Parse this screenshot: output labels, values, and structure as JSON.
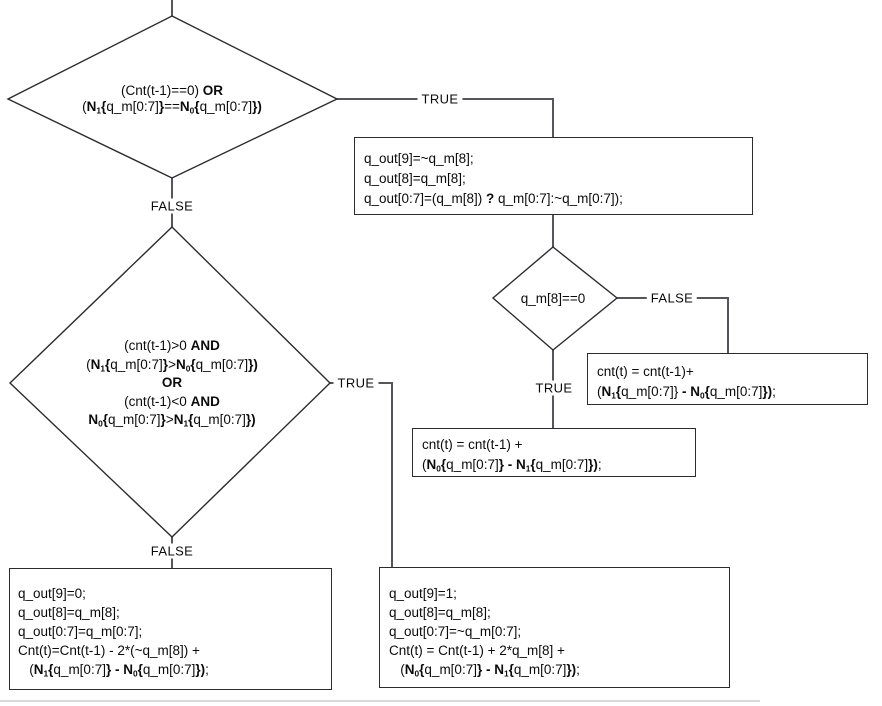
{
  "colors": {
    "background": "#ffffff",
    "connector": "#55555b",
    "shape_border": "#2c2c30",
    "text": "#0b0b0c",
    "faint_rule": "#d9d9de"
  },
  "diamonds": {
    "d1": {
      "name": "decision: count zero or balanced",
      "lines": [
        "(Cnt(t-1)==0) <b>OR</b>",
        "(<b>N<sub>1</sub>{</b>q_m[0:7]<b>}</b>==<b>N<sub>0</sub>{</b>q_m[0:7]<b>})</b>"
      ]
    },
    "d2": {
      "name": "decision: q_m[8] equals zero",
      "lines": [
        "q_m[8]==0"
      ]
    },
    "d3": {
      "name": "decision: disparity direction",
      "lines": [
        "(cnt(t-1)&gt;0 <b>AND</b>",
        "(<b>N<sub>1</sub>{</b>q_m[0:7]<b>}</b>&gt;<b>N<sub>0</sub>{</b>q_m[0:7]<b>})</b>",
        "<b>OR</b>",
        "(cnt(t-1)&lt;0 <b>AND</b>",
        "<b>N<sub>0</sub>{</b>q_m[0:7]<b>}</b>&gt;<b>N<sub>1</sub>{</b>q_m[0:7]<b>})</b>"
      ]
    }
  },
  "boxes": {
    "b1": {
      "name": "process: output when balanced",
      "lines": [
        "q_out[9]=~q_m[8];",
        "q_out[8]=q_m[8];",
        "q_out[0:7]=(q_m[8]) <b>?</b> q_m[0:7]:~q_m[0:7]);"
      ]
    },
    "b2": {
      "name": "process: count update false branch",
      "lines": [
        "cnt(t) = cnt(t-1)+",
        "(<b>N<sub>1</sub>{</b>q_m[0:7]} <b>- N<sub>0</sub>{</b>q_m[0:7]<b>})</b>;"
      ]
    },
    "b3": {
      "name": "process: count update true branch",
      "lines": [
        "cnt(t) = cnt(t-1) +",
        "(<b>N<sub>0</sub>{</b>q_m[0:7]<b>} - N<sub>1</sub>{</b>q_m[0:7]<b>})</b>;"
      ]
    },
    "b4": {
      "name": "process: output not inverted",
      "lines": [
        "q_out[9]=0;",
        "q_out[8]=q_m[8];",
        "q_out[0:7]=q_m[0:7];",
        "Cnt(t)=Cnt(t-1) - 2*(~q_m[8]) +",
        "   (<b>N<sub>1</sub>{</b>q_m[0:7]<b>} - N<sub>0</sub>{</b>q_m[0:7]<b>})</b>;"
      ]
    },
    "b5": {
      "name": "process: output inverted",
      "lines": [
        "q_out[9]=1;",
        "q_out[8]=q_m[8];",
        "q_out[0:7]=~q_m[0:7];",
        "Cnt(t) = Cnt(t-1) + 2*q_m[8] +",
        "   (<b>N<sub>0</sub>{</b>q_m[0:7]<b>} - N<sub>1</sub>{</b>q_m[0:7]<b>})</b>;"
      ]
    }
  },
  "edge_labels": {
    "true_d1": "TRUE",
    "false_d1": "FALSE",
    "false_d2": "FALSE",
    "true_d2": "TRUE",
    "true_d3": "TRUE",
    "false_d3": "FALSE"
  }
}
